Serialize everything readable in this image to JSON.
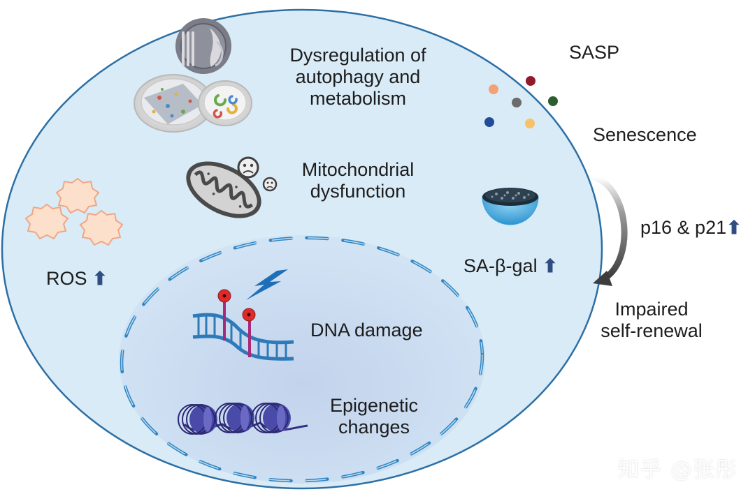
{
  "labels": {
    "autophagy": [
      "Dysregulation of",
      "autophagy and",
      "metabolism"
    ],
    "mito": [
      "Mitochondrial",
      "dysfunction"
    ],
    "ros": "ROS",
    "dna": "DNA damage",
    "epigenetic": [
      "Epigenetic",
      "changes"
    ],
    "sagal": "SA-β-gal",
    "sasp": "SASP",
    "senescence": "Senescence",
    "p16p21": "p16 & p21",
    "impaired": [
      "Impaired",
      "self-renewal"
    ],
    "up_arrow": "⬆",
    "watermark": "知乎 @张彤"
  },
  "colors": {
    "cell_fill": "#d8ebf7",
    "cell_stroke": "#2c6fa5",
    "nucleus_fill": "#c6d7ee",
    "nucleus_dash": "#2f86c4",
    "ros_fill": "#fde0cc",
    "ros_stroke": "#f0a683",
    "dna_blue": "#2e7ab9",
    "dna_magenta": "#a82a7a",
    "pin_red": "#e02a2a",
    "chromatin": "#34307e",
    "up_arrow": "#2f4d80",
    "sasp_dots": [
      "#f2a274",
      "#8e1c2a",
      "#6b6b6b",
      "#2b5f2d",
      "#224c9a",
      "#f6c167"
    ]
  },
  "icons": [
    "cutlery-plate-icon",
    "petri-dish-icon",
    "mitochondrion-icon",
    "sad-mitochondria-icon",
    "ros-star-icon",
    "lightning-icon",
    "dna-icon",
    "nucleosome-icon",
    "sa-beta-gal-bowl-icon",
    "sasp-dots-icon",
    "curved-arrow-icon"
  ]
}
